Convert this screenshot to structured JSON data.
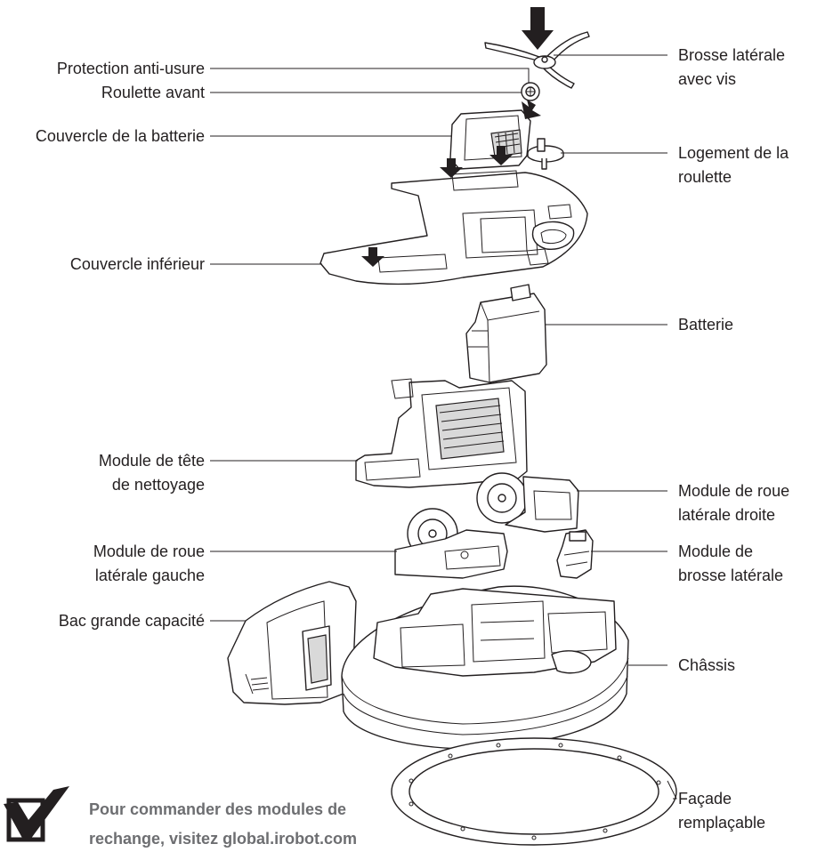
{
  "labels": {
    "protection": "Protection anti-usure",
    "roulette_avant": "Roulette avant",
    "couvercle_batterie": "Couvercle de la batterie",
    "couvercle_inferieur": "Couvercle inférieur",
    "module_tete_1": "Module de tête",
    "module_tete_2": "de nettoyage",
    "roue_gauche_1": "Module de roue",
    "roue_gauche_2": "latérale gauche",
    "bac": "Bac grande capacité",
    "brosse_vis_1": "Brosse latérale",
    "brosse_vis_2": "avec vis",
    "logement_1": "Logement de la",
    "logement_2": "roulette",
    "batterie": "Batterie",
    "roue_droite_1": "Module de roue",
    "roue_droite_2": "latérale droite",
    "module_brosse_1": "Module de",
    "module_brosse_2": "brosse latérale",
    "chassis": "Châssis",
    "facade_1": "Façade",
    "facade_2": "remplaçable"
  },
  "note": {
    "line1": "Pour commander des modules de",
    "line2": "rechange, visitez global.irobot.com"
  },
  "icons": {
    "check": "checkbox-check-icon"
  },
  "colors": {
    "ink": "#231f20",
    "note_text": "#6d6e71"
  }
}
